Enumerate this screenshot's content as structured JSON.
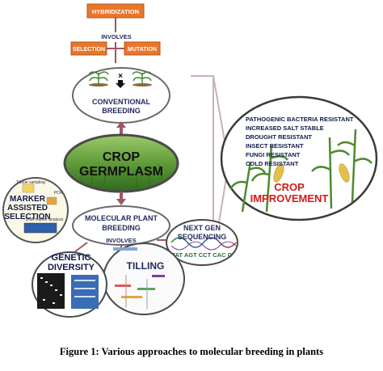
{
  "top": {
    "hybridization": "HYBRIDIZATION",
    "involves": "INVOLVES",
    "selection": "SELECTION",
    "mutation": "MUTATION"
  },
  "conventional": {
    "symbol": "×",
    "line1": "CONVENTIONAL",
    "line2": "BREEDING"
  },
  "germplasm": {
    "line1": "CROP",
    "line2": "GERMPLASM"
  },
  "marker": {
    "line1": "MARKER",
    "line2": "ASSISTED",
    "line3": "SELECTION",
    "note1": "Tissue sampling",
    "note2": "PCR",
    "note3": "DNA marker analysis"
  },
  "molecular": {
    "line1": "MOLECULAR PLANT",
    "line2": "BREEDING",
    "involves": "INVOLVES"
  },
  "nextgen": {
    "line1": "NEXT GEN",
    "line2": "SEQUENCING",
    "sequence": "TAT AGT CCT CAC G"
  },
  "genetic": {
    "line1": "GENETIC",
    "line2": "DIVERSITY"
  },
  "tilling": {
    "label": "TILLING"
  },
  "improvement": {
    "traits": [
      "PATHOGENIC BACTERIA RESISTANT",
      "INCREASED SALT STABLE",
      "DROUGHT RESISTANT",
      "INSECT RESISTANT",
      "FUNGI RESISTANT",
      "COLD RESISTANT"
    ],
    "line1": "CROP",
    "line2": "IMPROVEMENT"
  },
  "caption": "Figure 1: Various approaches to molecular breeding in plants",
  "colors": {
    "orange": "#e8762c",
    "navy": "#1f2a5a",
    "red": "#d11a1a",
    "arrow": "#a25560",
    "green": "#3f8a2e"
  }
}
